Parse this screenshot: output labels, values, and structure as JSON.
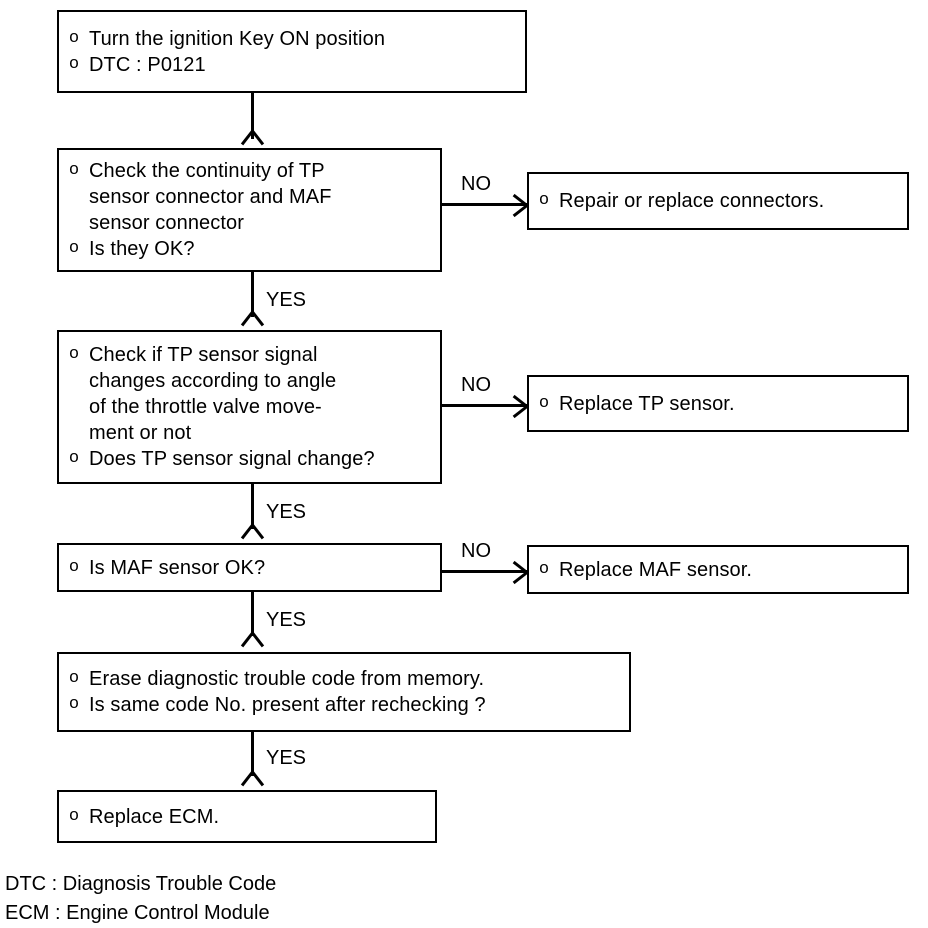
{
  "diagram": {
    "type": "flowchart",
    "bullet_glyph": "o",
    "ink_color": "#000000",
    "background_color": "#ffffff"
  },
  "nodes": {
    "start": {
      "id": "start",
      "lines": [
        "Turn the ignition Key ON position",
        "DTC : P0121"
      ]
    },
    "check_continuity": {
      "id": "check-continuity",
      "lines": [
        "Check the continuity of TP\nsensor connector and MAF\nsensor connector",
        "Is they OK?"
      ]
    },
    "repair_connectors": {
      "id": "repair-connectors",
      "lines": [
        "Repair or replace connectors."
      ]
    },
    "check_tp_signal": {
      "id": "check-tp-signal",
      "lines": [
        "Check if TP sensor signal\nchanges according to angle\nof the throttle valve move-\nment or not",
        "Does TP sensor signal change?"
      ]
    },
    "replace_tp_sensor": {
      "id": "replace-tp-sensor",
      "lines": [
        "Replace TP sensor."
      ]
    },
    "check_maf": {
      "id": "check-maf",
      "lines": [
        "Is MAF sensor OK?"
      ]
    },
    "replace_maf_sensor": {
      "id": "replace-maf-sensor",
      "lines": [
        "Replace MAF sensor."
      ]
    },
    "erase_code": {
      "id": "erase-code",
      "lines": [
        "Erase diagnostic trouble code from memory.",
        "Is same code No. present after rechecking ?"
      ]
    },
    "replace_ecm": {
      "id": "replace-ecm",
      "lines": [
        "Replace ECM."
      ]
    }
  },
  "edge_labels": {
    "no_1": "NO",
    "no_2": "NO",
    "no_3": "NO",
    "yes_1": "YES",
    "yes_2": "YES",
    "yes_3": "YES",
    "yes_4": "YES"
  },
  "legend": [
    "DTC : Diagnosis Trouble Code",
    "ECM : Engine Control Module"
  ]
}
